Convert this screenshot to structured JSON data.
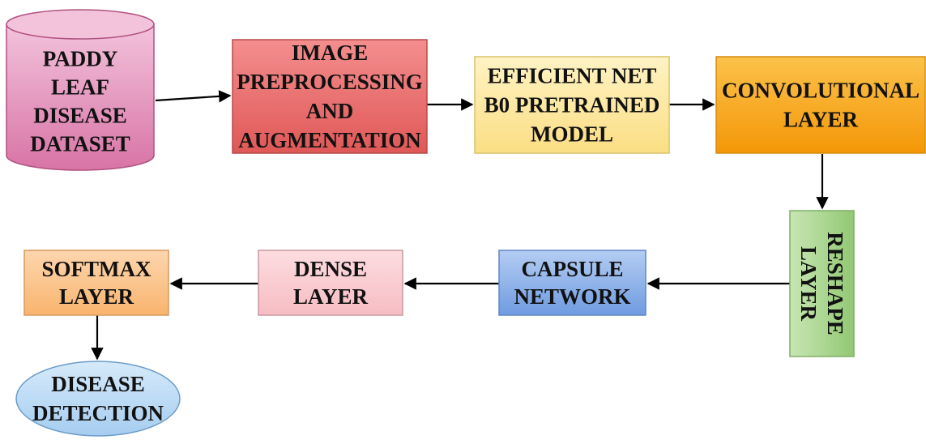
{
  "diagram": {
    "nodes": [
      {
        "id": "dataset",
        "shape": "cylinder",
        "lines": [
          "PADDY",
          "LEAF",
          "DISEASE",
          "DATASET"
        ],
        "fill": "#e89ac0",
        "stroke": "#b0527f"
      },
      {
        "id": "preprocessing",
        "shape": "rect",
        "lines": [
          "IMAGE",
          "PREPROCESSING",
          "AND",
          "AUGMENTATION"
        ],
        "fill": "#ec6b6b",
        "stroke": "#b94848"
      },
      {
        "id": "efficientnet",
        "shape": "rect",
        "lines": [
          "EFFICIENT NET",
          "B0 PRETRAINED",
          "MODEL"
        ],
        "fill": "#fde9a0",
        "stroke": "#d9c36a"
      },
      {
        "id": "convolutional",
        "shape": "rect",
        "lines": [
          "CONVOLUTIONAL",
          "LAYER"
        ],
        "fill": "#f7a81a",
        "stroke": "#d48b10"
      },
      {
        "id": "reshape",
        "shape": "rect",
        "lines": [
          "RESHAPE",
          "LAYER"
        ],
        "fill": "#a9d58e",
        "stroke": "#7fae66",
        "rotated": true
      },
      {
        "id": "capsule",
        "shape": "rect",
        "lines": [
          "CAPSULE",
          "NETWORK"
        ],
        "fill": "#8fb4ea",
        "stroke": "#5f87c4"
      },
      {
        "id": "dense",
        "shape": "rect",
        "lines": [
          "DENSE",
          "LAYER"
        ],
        "fill": "#f9cdd2",
        "stroke": "#c99aa0"
      },
      {
        "id": "softmax",
        "shape": "rect",
        "lines": [
          "SOFTMAX",
          "LAYER"
        ],
        "fill": "#fbc58f",
        "stroke": "#d59a5f"
      },
      {
        "id": "detection",
        "shape": "ellipse",
        "lines": [
          "DISEASE",
          "DETECTION"
        ],
        "fill": "#bcdcf5",
        "stroke": "#6c9cc7"
      }
    ],
    "edges": [
      {
        "from": "dataset",
        "to": "preprocessing"
      },
      {
        "from": "preprocessing",
        "to": "efficientnet"
      },
      {
        "from": "efficientnet",
        "to": "convolutional"
      },
      {
        "from": "convolutional",
        "to": "reshape"
      },
      {
        "from": "reshape",
        "to": "capsule"
      },
      {
        "from": "capsule",
        "to": "dense"
      },
      {
        "from": "dense",
        "to": "softmax"
      },
      {
        "from": "softmax",
        "to": "detection"
      }
    ]
  }
}
